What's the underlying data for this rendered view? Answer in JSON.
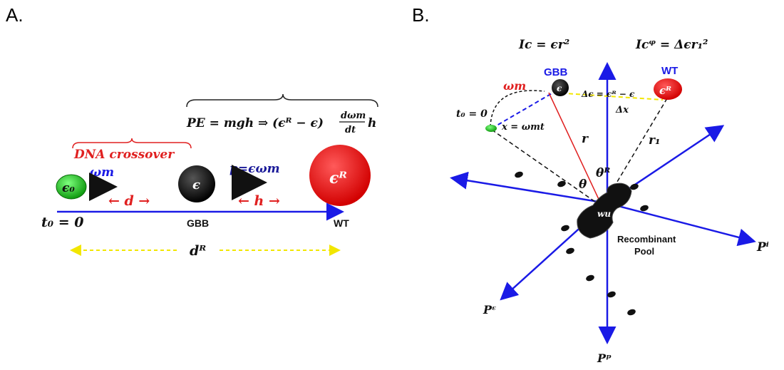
{
  "panel_a": {
    "label": "A.",
    "eq_pe": "PE = mgh ⇒ (ϵᴿ − ϵ) ",
    "eq_frac_num": "dωm",
    "eq_frac_den": "dt",
    "eq_tail": "h",
    "crossover": "DNA crossover",
    "eps0": "ϵ₀",
    "omega_m": "ωm",
    "d_label": "← d →",
    "eps": "ϵ",
    "momentum": "p=ϵωm",
    "h_label": "← h →",
    "epsR": "ϵᴿ",
    "t0": "t₀ = 0",
    "gbb": "GBB",
    "wt": "WT",
    "dR": "dᴿ",
    "colors": {
      "green": "#1fbf1f",
      "black": "#111111",
      "red": "#e81616",
      "blue": "#1a1ae6",
      "dark_red": "#e02020",
      "yellow": "#f2e600"
    }
  },
  "panel_b": {
    "label": "B.",
    "ic": "Ic = ϵr²",
    "icphi": "Icᵠ = Δϵr₁²",
    "gbb": "GBB",
    "wt": "WT",
    "omega_m": "ωm",
    "eps": "ϵ",
    "epsR": "ϵᴿ",
    "delta_eps": "Δϵ = ϵᴿ − ϵ",
    "delta_x": "Δx",
    "t0": "t₀ = 0",
    "x_eq": "x = ωmt",
    "r": "r",
    "r1": "r₁",
    "theta": "θ",
    "thetaR": "θᴿ",
    "wu": "wu",
    "recombinant": "Recombinant",
    "pool": "Pool",
    "pi": "Pⁱ",
    "peps": "Pᵋ",
    "ppi": "Pᵖ"
  }
}
